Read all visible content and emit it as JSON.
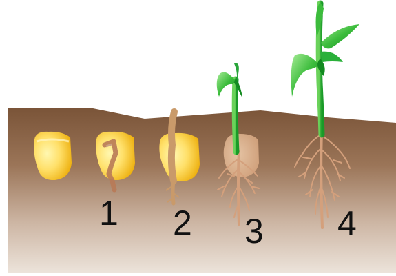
{
  "labels": {
    "stage_1": "1",
    "stage_2": "2",
    "stage_3": "3",
    "stage_4": "4"
  },
  "colors": {
    "soil_top": "#7a5438",
    "soil_bottom": "#ece3da",
    "kernel_light": "#ffe98a",
    "kernel_dark": "#f0b000",
    "sprout": "#c99a6a",
    "root": "#d4a07c",
    "leaf_light": "#8fe08a",
    "leaf_dark": "#1f9a2a",
    "stem": "#2cb03a"
  }
}
